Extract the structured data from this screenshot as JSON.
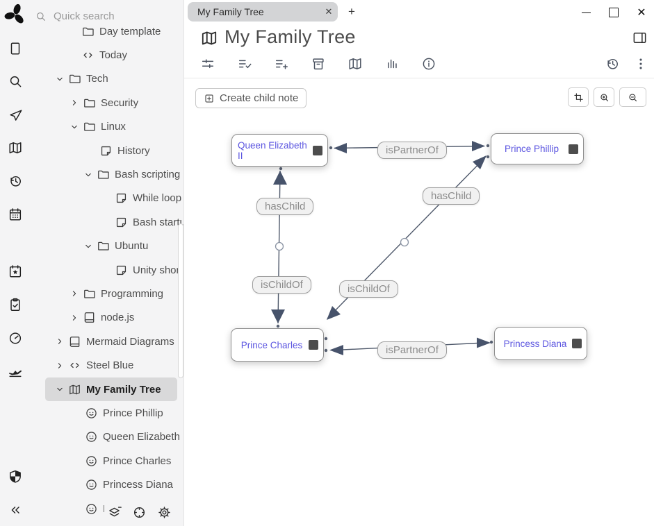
{
  "search": {
    "placeholder": "Quick search"
  },
  "left_rail": {
    "icons": [
      "trilium-leaf-logo",
      "new-note",
      "search",
      "jump-to-note",
      "note-map",
      "recent-changes",
      "calendar",
      "bookmarks",
      "task-list",
      "metrics",
      "travel",
      "protected-session",
      "collapse-sidebar"
    ]
  },
  "tree": {
    "items": [
      {
        "label": "Day template",
        "icon": "folder"
      },
      {
        "label": "Today",
        "icon": "code"
      },
      {
        "label": "Tech",
        "icon": "folder",
        "expanded": true
      },
      {
        "label": "Security",
        "icon": "folder",
        "expanded": false
      },
      {
        "label": "Linux",
        "icon": "folder",
        "expanded": true
      },
      {
        "label": "History",
        "icon": "note"
      },
      {
        "label": "Bash scripting",
        "icon": "folder",
        "expanded": true
      },
      {
        "label": "While loop",
        "icon": "note"
      },
      {
        "label": "Bash startup",
        "icon": "note"
      },
      {
        "label": "Ubuntu",
        "icon": "folder",
        "expanded": true
      },
      {
        "label": "Unity shortcuts",
        "icon": "note"
      },
      {
        "label": "Programming",
        "icon": "folder",
        "expanded": false
      },
      {
        "label": "node.js",
        "icon": "book",
        "expanded": false
      },
      {
        "label": "Mermaid Diagrams",
        "icon": "book",
        "expanded": false
      },
      {
        "label": "Steel Blue",
        "icon": "code",
        "expanded": false
      },
      {
        "label": "My Family Tree",
        "icon": "map",
        "expanded": true,
        "selected": true
      },
      {
        "label": "Prince Phillip",
        "icon": "person"
      },
      {
        "label": "Queen Elizabeth II",
        "icon": "person"
      },
      {
        "label": "Prince Charles",
        "icon": "person"
      },
      {
        "label": "Princess Diana",
        "icon": "person"
      },
      {
        "label": "P",
        "icon": "person"
      },
      {
        "label": "",
        "icon": "folder"
      }
    ]
  },
  "tree_toolbar": {
    "icons": [
      "collapse-layers",
      "scroll-to-active",
      "settings-gear"
    ]
  },
  "tab_bar": {
    "tab_label": "My Family Tree",
    "tab_close": "✕",
    "new_tab": "+"
  },
  "window_controls": {
    "minimize": "minimize",
    "maximize": "maximize",
    "close": "✕"
  },
  "note_header": {
    "title": "My Family Tree"
  },
  "ribbon": {
    "icons": [
      "basic-properties-sliders",
      "list-check",
      "list-plus",
      "archive-box",
      "map-book",
      "bar-chart",
      "info-circle"
    ],
    "right_icons": [
      "note-revisions-clock",
      "more-dots"
    ]
  },
  "map_toolbar": {
    "create_child_note": "Create child note",
    "buttons": [
      "reset-pan-zoom-crop",
      "zoom-in",
      "zoom-out"
    ]
  },
  "graph": {
    "nodes": [
      {
        "label": "Queen Elizabeth II"
      },
      {
        "label": "Prince Phillip"
      },
      {
        "label": "Prince Charles"
      },
      {
        "label": "Princess Diana"
      }
    ],
    "edge_labels": [
      {
        "text": "isPartnerOf"
      },
      {
        "text": "hasChild"
      },
      {
        "text": "hasChild"
      },
      {
        "text": "isChildOf"
      },
      {
        "text": "isChildOf"
      },
      {
        "text": "isPartnerOf"
      }
    ],
    "relations": [
      {
        "from": "Queen Elizabeth II",
        "to": "Prince Phillip",
        "label": "isPartnerOf",
        "bidirectional": true
      },
      {
        "from": "Queen Elizabeth II",
        "to": "Prince Charles",
        "labels": [
          "hasChild",
          "isChildOf"
        ],
        "bidirectional": true
      },
      {
        "from": "Prince Phillip",
        "to": "Prince Charles",
        "labels": [
          "hasChild",
          "isChildOf"
        ],
        "bidirectional": true
      },
      {
        "from": "Prince Charles",
        "to": "Princess Diana",
        "label": "isPartnerOf",
        "bidirectional": true
      }
    ]
  },
  "colors": {
    "node_link": "#5b55e0",
    "edge": "#4e586a",
    "selected_row": "#d9d9da",
    "panel_bg": "#f4f4f5",
    "pill_text": "#8c8c8c"
  }
}
